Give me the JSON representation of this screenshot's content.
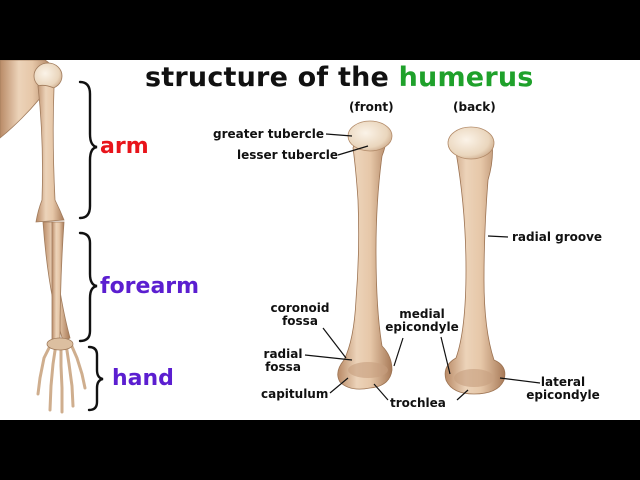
{
  "title": {
    "prefix": "structure of the",
    "highlight": "humerus"
  },
  "views": {
    "front": "(front)",
    "back": "(back)"
  },
  "regions": {
    "arm": "arm",
    "forearm": "forearm",
    "hand": "hand"
  },
  "labels": {
    "greater_tubercle": "greater tubercle",
    "lesser_tubercle": "lesser tubercle",
    "radial_groove": "radial groove",
    "coronoid_fossa_1": "coronoid",
    "coronoid_fossa_2": "fossa",
    "medial_epicondyle_1": "medial",
    "medial_epicondyle_2": "epicondyle",
    "radial_fossa_1": "radial",
    "radial_fossa_2": "fossa",
    "capitulum": "capitulum",
    "trochlea": "trochlea",
    "lateral_epicondyle_1": "lateral",
    "lateral_epicondyle_2": "epicondyle"
  },
  "colors": {
    "arm": "#e8141b",
    "forearm_hand": "#5b1ed0",
    "highlight": "#1fa12b",
    "bone": "#dcbfa0",
    "background": "#ffffff",
    "letterbox": "#000000"
  }
}
